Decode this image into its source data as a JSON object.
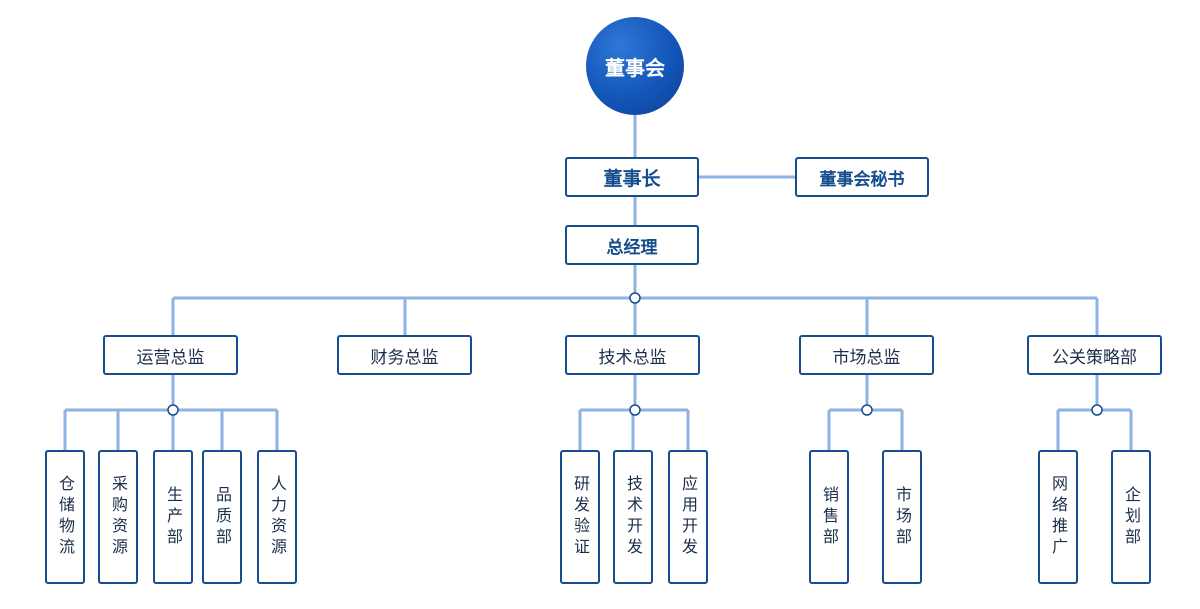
{
  "org_chart": {
    "root": "董事会",
    "chairman": "董事长",
    "secretary": "董事会秘书",
    "general_manager": "总经理",
    "directors": [
      {
        "label": "运营总监",
        "children": [
          "仓储物流",
          "采购资源",
          "生产部",
          "品质部",
          "人力资源"
        ]
      },
      {
        "label": "财务总监",
        "children": []
      },
      {
        "label": "技术总监",
        "children": [
          "研发验证",
          "技术开发",
          "应用开发"
        ]
      },
      {
        "label": "市场总监",
        "children": [
          "销售部",
          "市场部"
        ]
      },
      {
        "label": "公关策略部",
        "children": [
          "网络推广",
          "企划部"
        ]
      }
    ]
  },
  "colors": {
    "line": "#8db3e2",
    "box_border": "#154d8f",
    "root_fill": "#1356b8",
    "text": "#1c2f4a"
  }
}
